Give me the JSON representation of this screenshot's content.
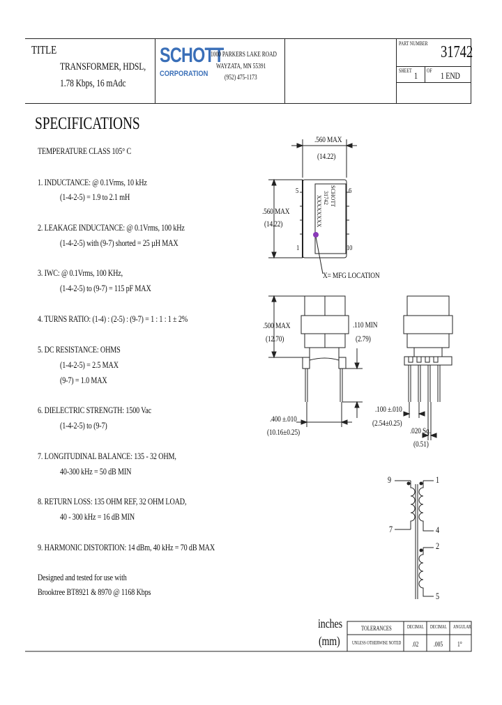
{
  "title_block": {
    "title_label": "TITLE",
    "title_line1": "TRANSFORMER, HDSL,",
    "title_line2": "1.78 Kbps, 16 mAdc",
    "company_logo": "SCHOTT",
    "company_sub": "CORPORATION",
    "address1": "1000 PARKERS LAKE ROAD",
    "address2": "WAYZATA, MN 55391",
    "phone": "(952) 475-1173",
    "part_no_label": "PART NUMBER",
    "part_no": "31742",
    "sheet_label": "SHEET",
    "sheet_value": "1",
    "of_label": "OF",
    "of_value": "1 END"
  },
  "specs": {
    "heading": "SPECIFICATIONS",
    "temp": "TEMPERATURE CLASS 105° C",
    "s1a": "1. INDUCTANCE: @ 0.1Vrms, 10 kHz",
    "s1b": "(1-4-2-5) = 1.9 to 2.1 mH",
    "s2a": "2. LEAKAGE INDUCTANCE: @ 0.1Vrms, 100 kHz",
    "s2b": "(1-4-2-5) with (9-7) shorted = 25 µH MAX",
    "s3a": "3. IWC: @ 0.1Vrms, 100 KHz,",
    "s3b": "(1-4-2-5) to (9-7) = 115 pF MAX",
    "s4a": "4. TURNS RATIO: (1-4) : (2-5) : (9-7) = 1 : 1 : 1 ± 2%",
    "s5a": "5. DC RESISTANCE: OHMS",
    "s5b": "(1-4-2-5) = 2.5 MAX",
    "s5c": "(9-7) = 1.0 MAX",
    "s6a": "6. DIELECTRIC STRENGTH: 1500 Vac",
    "s6b": "(1-4-2-5) to (9-7)",
    "s7a": "7. LONGITUDINAL BALANCE: 135 - 32 OHM,",
    "s7b": "40-300 kHz = 50 dB MIN",
    "s8a": "8. RETURN LOSS: 135 OHM REF, 32 OHM LOAD,",
    "s8b": "40 - 300 kHz = 16 dB MIN",
    "s9a": "9. HARMONIC DISTORTION: 14 dBm, 40 kHz = 70 dB MAX",
    "note1": "Designed and tested for use with",
    "note2": "Brooktree BT8921 & 8970 @ 1168 Kbps"
  },
  "drawing": {
    "w_dim": ".560 MAX",
    "w_dim_mm": "(14.22)",
    "h_dim": ".560 MAX",
    "h_dim_mm": "(14.22)",
    "pin5": "5",
    "pin6": "6",
    "pin1": "1",
    "pin10": "10",
    "mark1": "SCHOTT",
    "mark2": "31742",
    "mark3": "XXXXXXXX",
    "mfg_loc": "X= MFG LOCATION",
    "height_dim": ".500 MAX",
    "height_mm": "(12.70)",
    "lead_dim": ".110 MIN",
    "lead_mm": "(2.79)",
    "span_dim": ".400 ±.010",
    "span_mm": "(10.16±0.25)",
    "pitch_dim": ".100 ±.010",
    "pitch_mm": "(2.54±0.25)",
    "pin_dim": ".020 Sq.",
    "pin_mm": "(0.51)",
    "sch9": "9",
    "sch7": "7",
    "sch1": "1",
    "sch4": "4",
    "sch2": "2",
    "sch5": "5"
  },
  "footer": {
    "units1": "inches",
    "units2": "(mm)",
    "tol_label": "TOLERANCES",
    "tol_sub": "UNLESS OTHERWISE NOTED",
    "col1_label": "DECIMAL",
    "col2_label": "DECIMAL",
    "col3_label": "ANGULAR",
    "col1_val": ".02",
    "col2_val": ".005",
    "col3_val": "1°"
  }
}
